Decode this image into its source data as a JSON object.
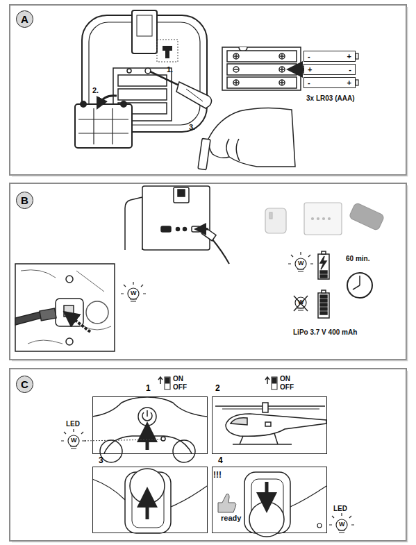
{
  "diagram": {
    "nodes": [
      {
        "text": [
          "A"
        ]
      },
      {
        "text": [
          "-",
          "+"
        ]
      },
      {
        "text": [
          "+",
          "-"
        ]
      },
      {
        "text": [
          "-",
          "+"
        ]
      },
      {
        "text": [
          "B"
        ]
      },
      {
        "text": [
          "C"
        ]
      },
      {
        "text": [
          "1"
        ]
      },
      {
        "text": [
          "2"
        ]
      },
      {
        "text": [
          "3"
        ]
      },
      {
        "text": [
          "4"
        ]
      }
    ],
    "labels": [
      "1.",
      "2.",
      "3.",
      "3x LR03 (AAA)",
      "W",
      "W",
      "W",
      "60 min.",
      "LiPo 3.7 V 400 mAh",
      "ON",
      "OFF",
      "ON",
      "OFF",
      "LED",
      "W",
      "!!!",
      "ready",
      "LED",
      "W"
    ]
  }
}
